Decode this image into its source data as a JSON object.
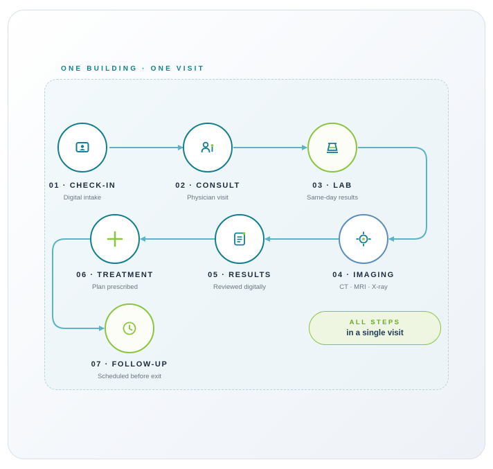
{
  "heading": "ONE BUILDING · ONE VISIT",
  "steps": [
    {
      "title": "01 · CHECK-IN",
      "subtitle": "Digital intake",
      "icon": "monitor-icon",
      "accent": "#147e8e"
    },
    {
      "title": "02 · CONSULT",
      "subtitle": "Physician visit",
      "icon": "physician-icon",
      "accent": "#147e8e"
    },
    {
      "title": "03 · LAB",
      "subtitle": "Same-day results",
      "icon": "lab-tray-icon",
      "accent": "#8bc53f"
    },
    {
      "title": "04 · IMAGING",
      "subtitle": "CT · MRI · X-ray",
      "icon": "crosshair-icon",
      "accent": "#5c8cbc"
    },
    {
      "title": "05 · RESULTS",
      "subtitle": "Reviewed digitally",
      "icon": "document-icon",
      "accent": "#147e8e"
    },
    {
      "title": "06 · TREATMENT",
      "subtitle": "Plan prescribed",
      "icon": "plus-icon",
      "accent": "#147e8e"
    },
    {
      "title": "07 · FOLLOW-UP",
      "subtitle": "Scheduled before exit",
      "icon": "clock-icon",
      "accent": "#8bc53f"
    }
  ],
  "summary": {
    "label": "ALL STEPS",
    "text": "in a single visit"
  },
  "colors": {
    "teal": "#147e8e",
    "green": "#8bc53f",
    "blue": "#5c8cbc",
    "connector": "#5bb3c4"
  }
}
